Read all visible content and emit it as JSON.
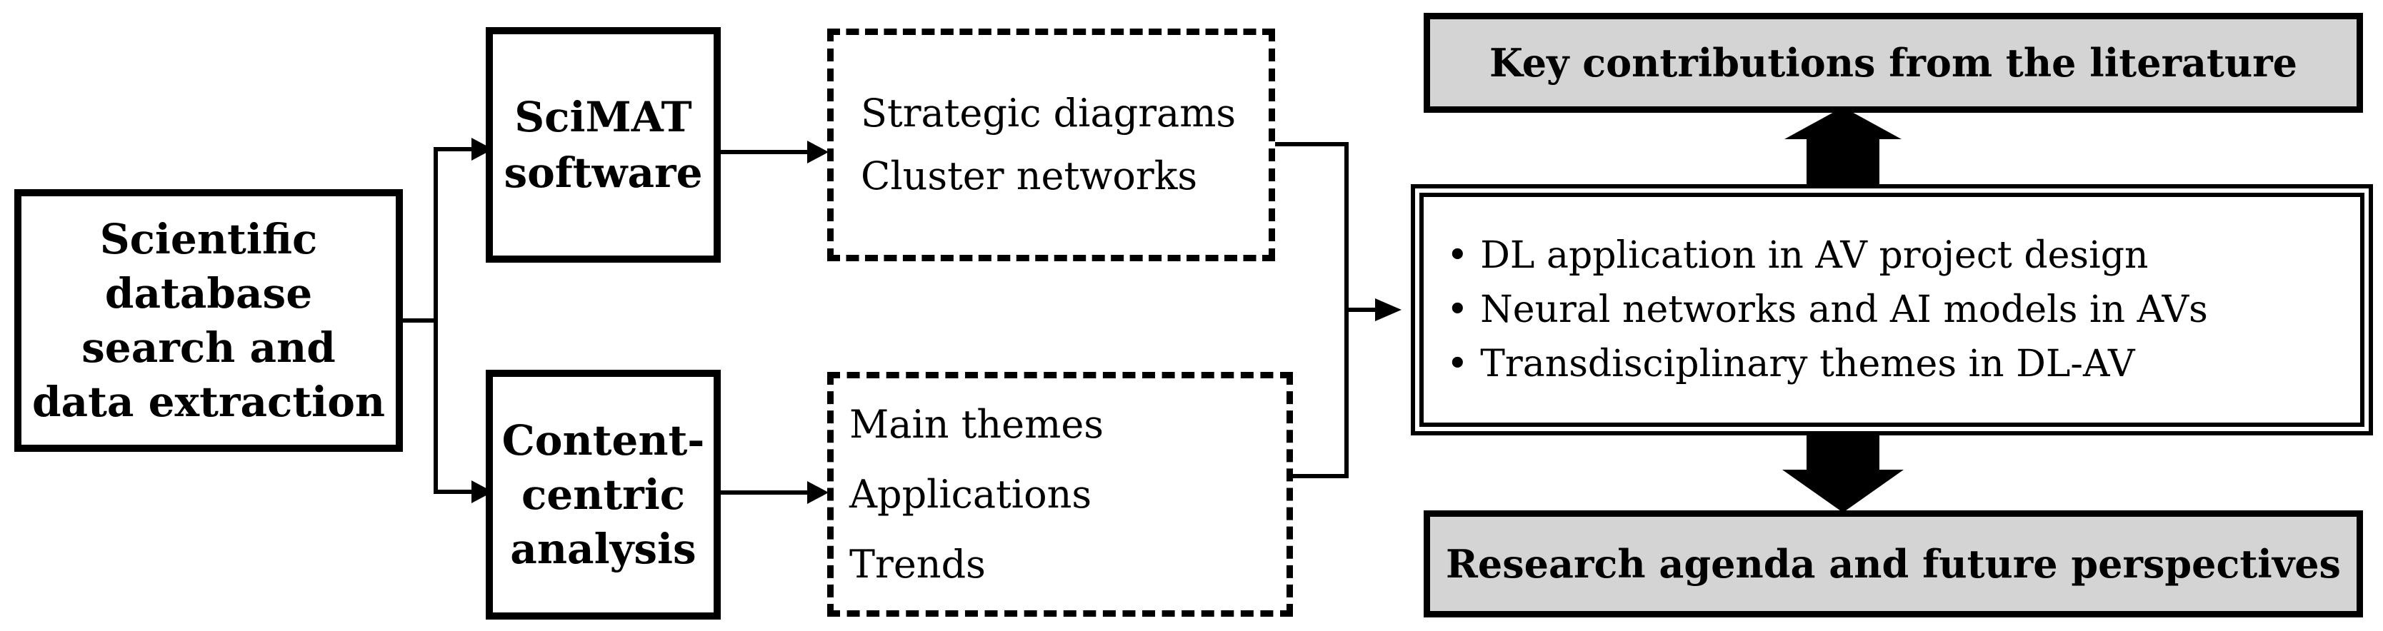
{
  "nodes": {
    "database": {
      "lines": [
        "Scientific",
        "database",
        "search and",
        "data extraction"
      ]
    },
    "scimat": {
      "lines": [
        "SciMAT",
        "software"
      ]
    },
    "content": {
      "lines": [
        "Content-",
        "centric",
        "analysis"
      ]
    },
    "scimat_outputs": {
      "items": [
        "Strategic diagrams",
        "Cluster networks"
      ]
    },
    "content_outputs": {
      "items": [
        "Main themes",
        "Applications",
        "Trends"
      ]
    },
    "findings": {
      "items": [
        "• DL application in AV project design",
        "• Neural networks and AI models in AVs",
        "• Transdisciplinary themes in DL-AV"
      ]
    },
    "contributions": {
      "label": "Key contributions from the literature"
    },
    "agenda": {
      "label": "Research agenda and future perspectives"
    }
  }
}
